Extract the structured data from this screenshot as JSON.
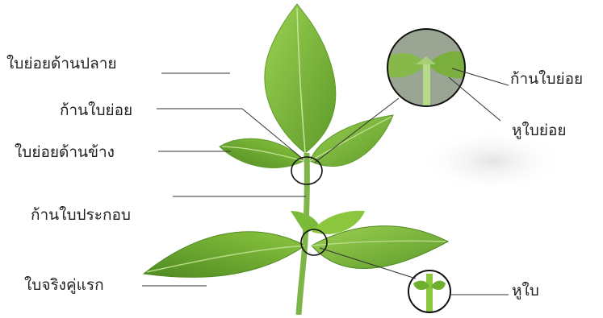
{
  "labels": {
    "terminal_leaflet": "ใบย่อยด้านปลาย",
    "petiolule_left": "ก้านใบย่อย",
    "lateral_leaflet": "ใบย่อยด้านข้าง",
    "petiole": "ก้านใบประกอบ",
    "first_true_leaves": "ใบจริงคู่แรก",
    "petiolule_right": "ก้านใบย่อย",
    "stipel": "หูใบย่อย",
    "stipule": "หูใบ"
  },
  "colors": {
    "leaf_light": "#8cc63f",
    "leaf_mid": "#6fae2f",
    "leaf_dark": "#4e8a22",
    "stem": "#7fb548",
    "leader_line": "#333333",
    "text": "#222222"
  }
}
